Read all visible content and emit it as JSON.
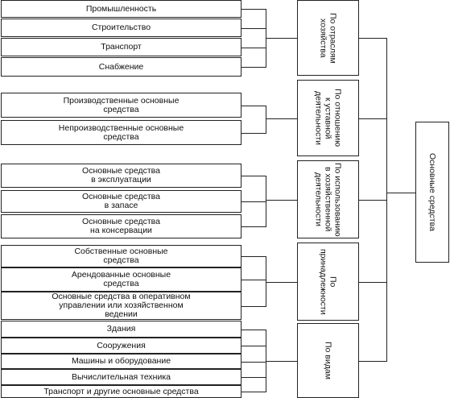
{
  "root": {
    "label": "Основные средства"
  },
  "groups": [
    {
      "label": "По отраслям\nхозяйства",
      "items": [
        "Промышленность",
        "Строительство",
        "Транспорт",
        "Снабжение"
      ]
    },
    {
      "label": "По отношению\nк уставной\nдеятельности",
      "items": [
        "Производственные основные\nсредства",
        "Непроизводственные основные\nсредства"
      ]
    },
    {
      "label": "По использованию\nв хозяйственной\nдеятельности",
      "items": [
        "Основные средства\nв эксплуатации",
        "Основные средства\nв запасе",
        "Основные средства\nна консервации"
      ]
    },
    {
      "label": "По\nпринадлежности",
      "items": [
        "Собственные основные\nсредства",
        "Арендованные основные\nсредства",
        "Основные средства в оперативном\nуправлении или хозяйственном\nведении"
      ]
    },
    {
      "label": "По видам",
      "items": [
        "Здания",
        "Сооружения",
        "Машины и оборудование",
        "Вычислительная техника",
        "Транспорт и другие основные средства"
      ]
    }
  ]
}
